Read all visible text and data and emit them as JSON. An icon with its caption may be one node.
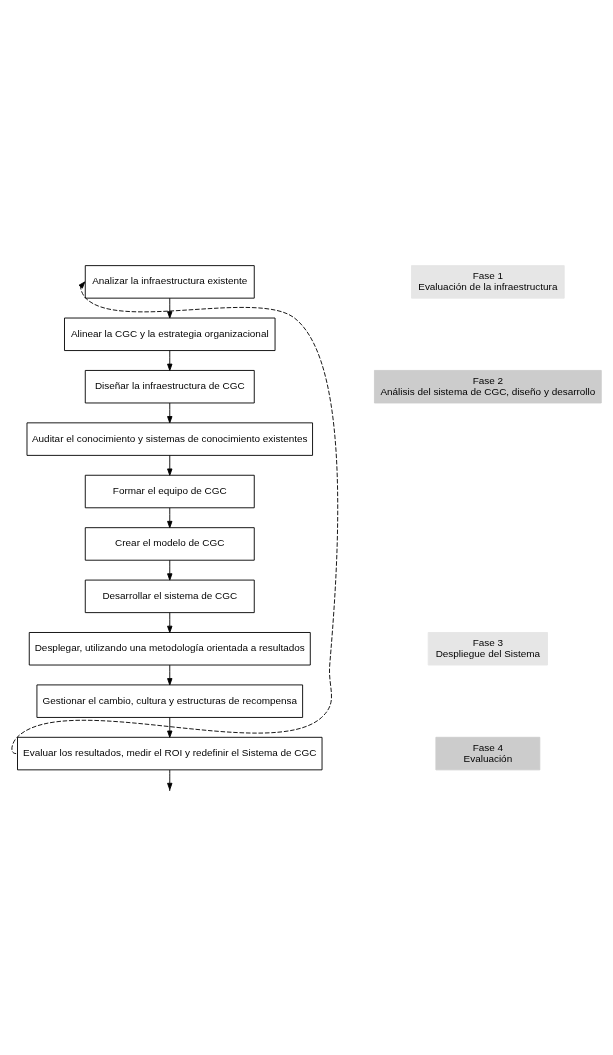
{
  "diagram": {
    "nodes": [
      {
        "text": [
          "Analizar la infraestructura existente"
        ]
      },
      {
        "text": [
          "Alinear la CGC y la estrategia organizacional"
        ]
      },
      {
        "text": [
          "Diseñar la infraestructura de CGC"
        ]
      },
      {
        "text": [
          "Auditar el conocimiento y sistemas de conocimiento existentes"
        ]
      },
      {
        "text": [
          "Formar el equipo de CGC"
        ]
      },
      {
        "text": [
          "Crear el modelo de CGC"
        ]
      },
      {
        "text": [
          "Desarrollar el sistema de CGC"
        ]
      },
      {
        "text": [
          "Desplegar, utilizando una metodología orientada a resultados"
        ]
      },
      {
        "text": [
          "Gestionar el cambio, cultura y estructuras de recompensa"
        ]
      },
      {
        "text": [
          "Evaluar los resultados, medir el ROI y redefinir el Sistema de CGC"
        ]
      },
      {
        "text": [
          "Fase 1",
          "Evaluación de la infraestructura"
        ]
      },
      {
        "text": [
          "Fase 2",
          "Análisis del sistema de CGC, diseño y desarrollo"
        ]
      },
      {
        "text": [
          "Fase 3",
          "Despliegue del Sistema"
        ]
      },
      {
        "text": [
          "Fase 4",
          "Evaluación"
        ]
      }
    ],
    "edges": [
      {
        "from": 0,
        "to": 1,
        "arrow": "to"
      },
      {
        "from": 1,
        "to": 2,
        "arrow": "to"
      },
      {
        "from": 2,
        "to": 3,
        "arrow": "to"
      },
      {
        "from": 3,
        "to": 4,
        "arrow": "to"
      },
      {
        "from": 4,
        "to": 5,
        "arrow": "to"
      },
      {
        "from": 5,
        "to": 6,
        "arrow": "to"
      },
      {
        "from": 6,
        "to": 7,
        "arrow": "to"
      },
      {
        "from": 7,
        "to": 8,
        "arrow": "to"
      },
      {
        "from": 8,
        "to": 9,
        "arrow": "to"
      },
      {
        "from": 9,
        "to": null,
        "arrow": "to"
      },
      {
        "from": 9,
        "to": 0,
        "arrow": "to",
        "style": "dashed"
      }
    ]
  }
}
